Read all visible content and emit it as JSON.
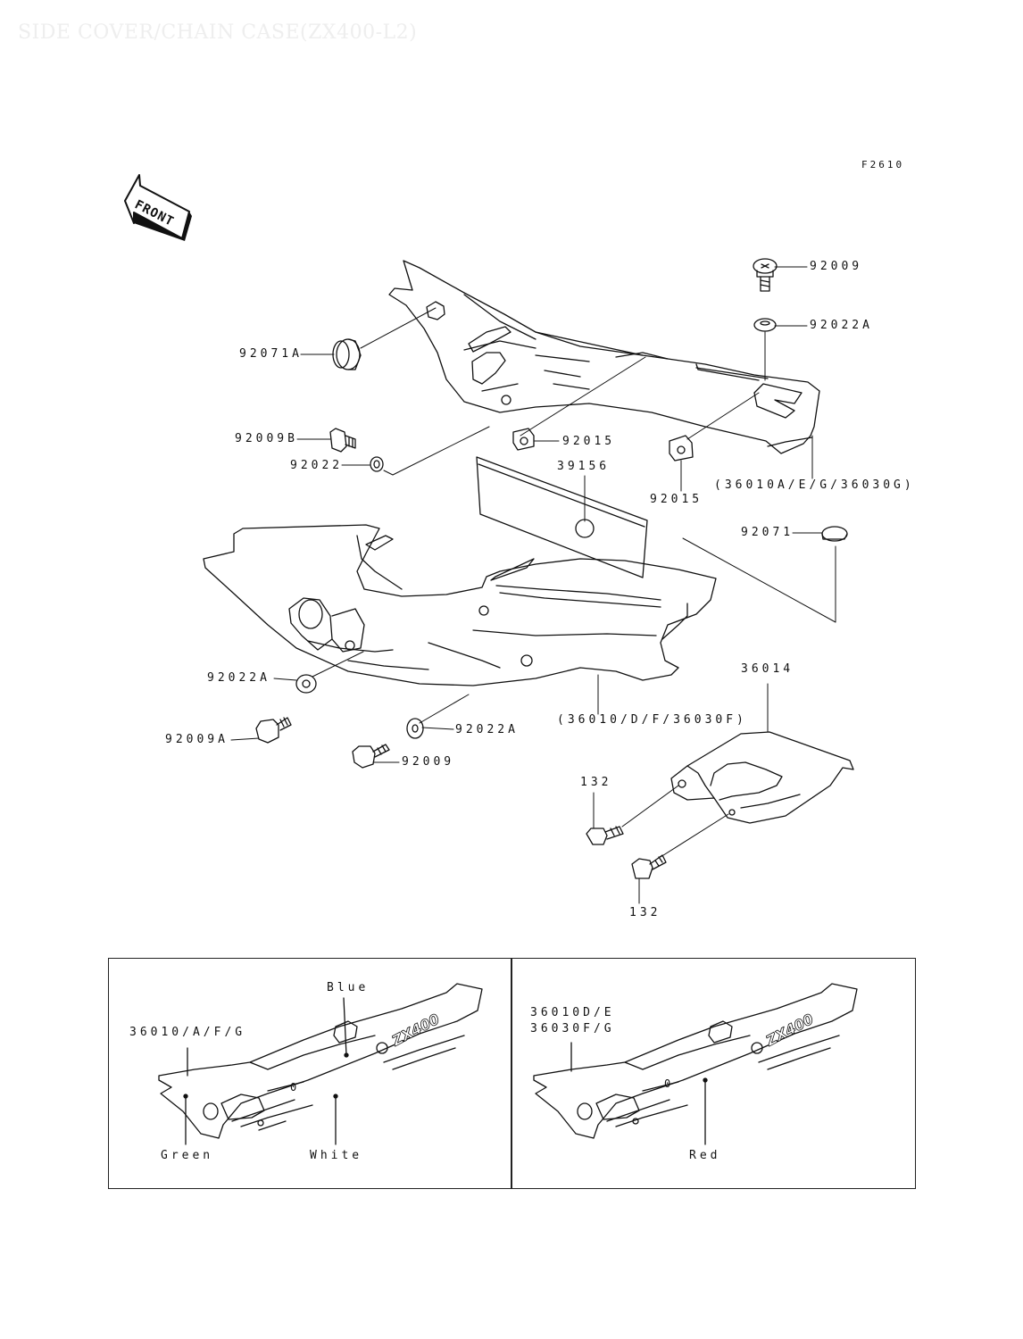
{
  "page_title": "SIDE COVER/CHAIN CASE(ZX400-L2)",
  "figure_code": "F2610",
  "front_label": "FRONT",
  "parts": {
    "p92009_top": "92009",
    "p92022A_top": "92022A",
    "p92071A": "92071A",
    "p92009B": "92009B",
    "p92022": "92022",
    "p92015_a": "92015",
    "p39156": "39156",
    "p92015_b": "92015",
    "p_upper_cover": "(36010A/E/G/36030G)",
    "p92071": "92071",
    "p92022A_left": "92022A",
    "p92009A": "92009A",
    "p92022A_mid": "92022A",
    "p92009_bottom": "92009",
    "p_lower_cover": "(36010/D/F/36030F)",
    "p36014": "36014",
    "p132_a": "132",
    "p132_b": "132"
  },
  "variants": {
    "left": {
      "part_no": "36010/A/F/G",
      "colors": {
        "top": "Blue",
        "left": "Green",
        "right": "White"
      }
    },
    "right": {
      "part_no_line1": "36010D/E",
      "part_no_line2": "36030F/G",
      "colors": {
        "main": "Red"
      }
    }
  },
  "decal_text": "ZX400",
  "mark_o": "0"
}
